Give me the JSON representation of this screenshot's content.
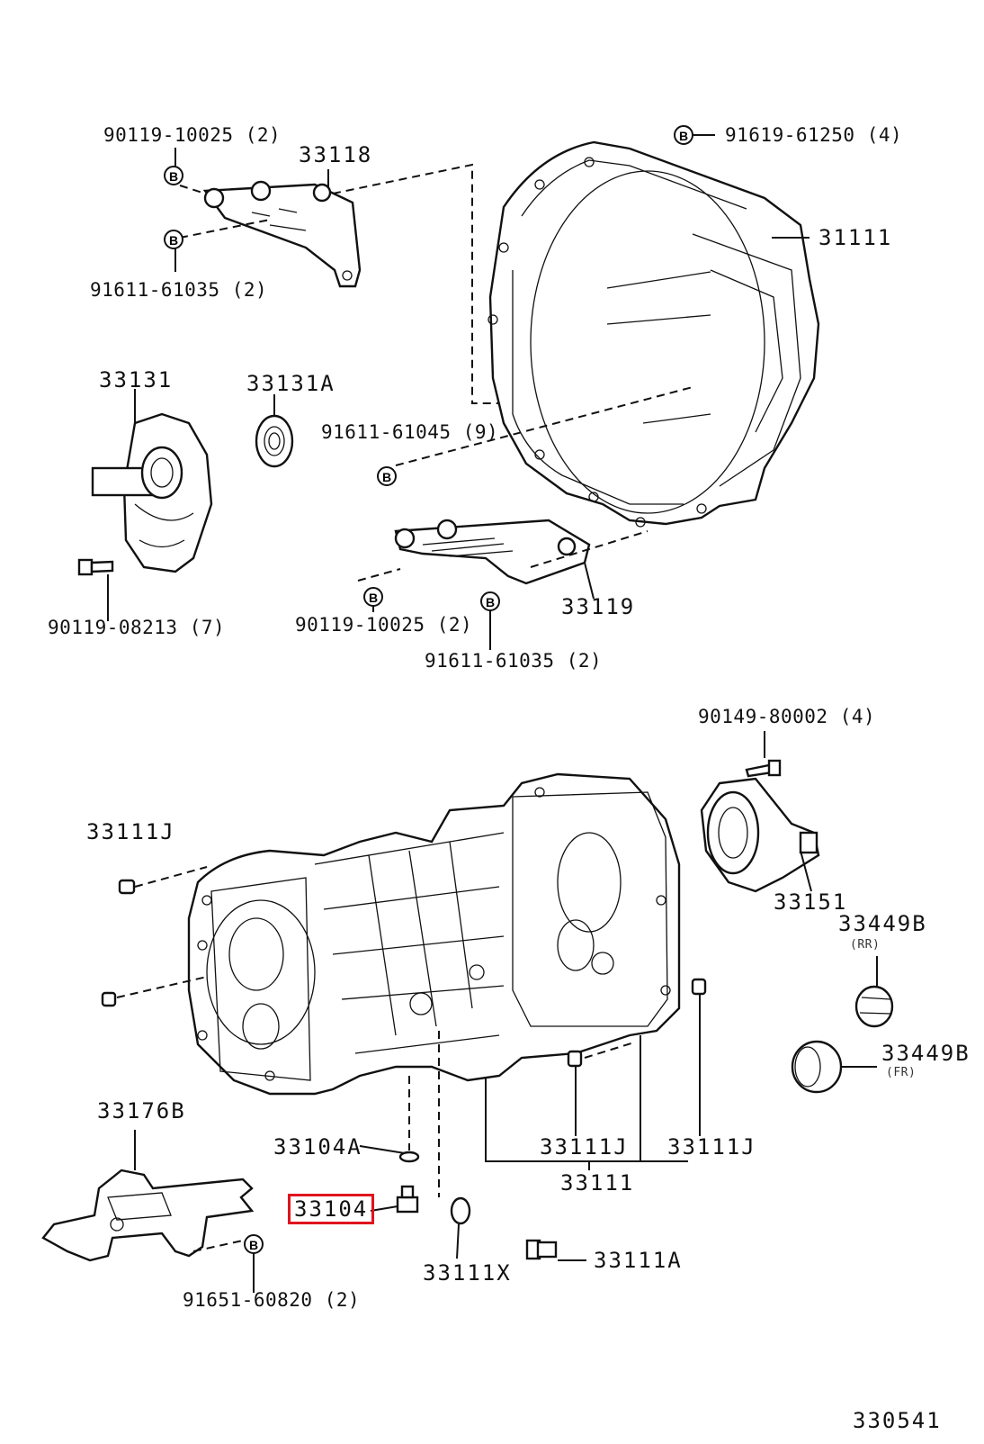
{
  "diagram_id": "330541",
  "highlight_color": "#e0141e",
  "labels": {
    "p33118": "33118",
    "p90119_10025_top": "90119-10025 (2)",
    "p91611_61035_top": "91611-61035 (2)",
    "p91619_61250": "91619-61250 (4)",
    "p31111": "31111",
    "p33131": "33131",
    "p33131A": "33131A",
    "p91611_61045": "91611-61045 (9)",
    "p90119_08213": "90119-08213 (7)",
    "p90119_10025_mid": "90119-10025 (2)",
    "p33119": "33119",
    "p91611_61035_mid": "91611-61035 (2)",
    "p90149_80002": "90149-80002 (4)",
    "p33111J_a": "33111J",
    "p33151": "33151",
    "p33449B_rr": "33449B",
    "rr_note": "(RR)",
    "p33449B_fr": "33449B",
    "fr_note": "(FR)",
    "p33176B": "33176B",
    "p33104A": "33104A",
    "p33111J_b": "33111J",
    "p33111J_c": "33111J",
    "p33111": "33111",
    "p33104": "33104",
    "p33111X": "33111X",
    "p33111A": "33111A",
    "p91651_60820": "91651-60820 (2)"
  },
  "bolt_symbol": "B"
}
